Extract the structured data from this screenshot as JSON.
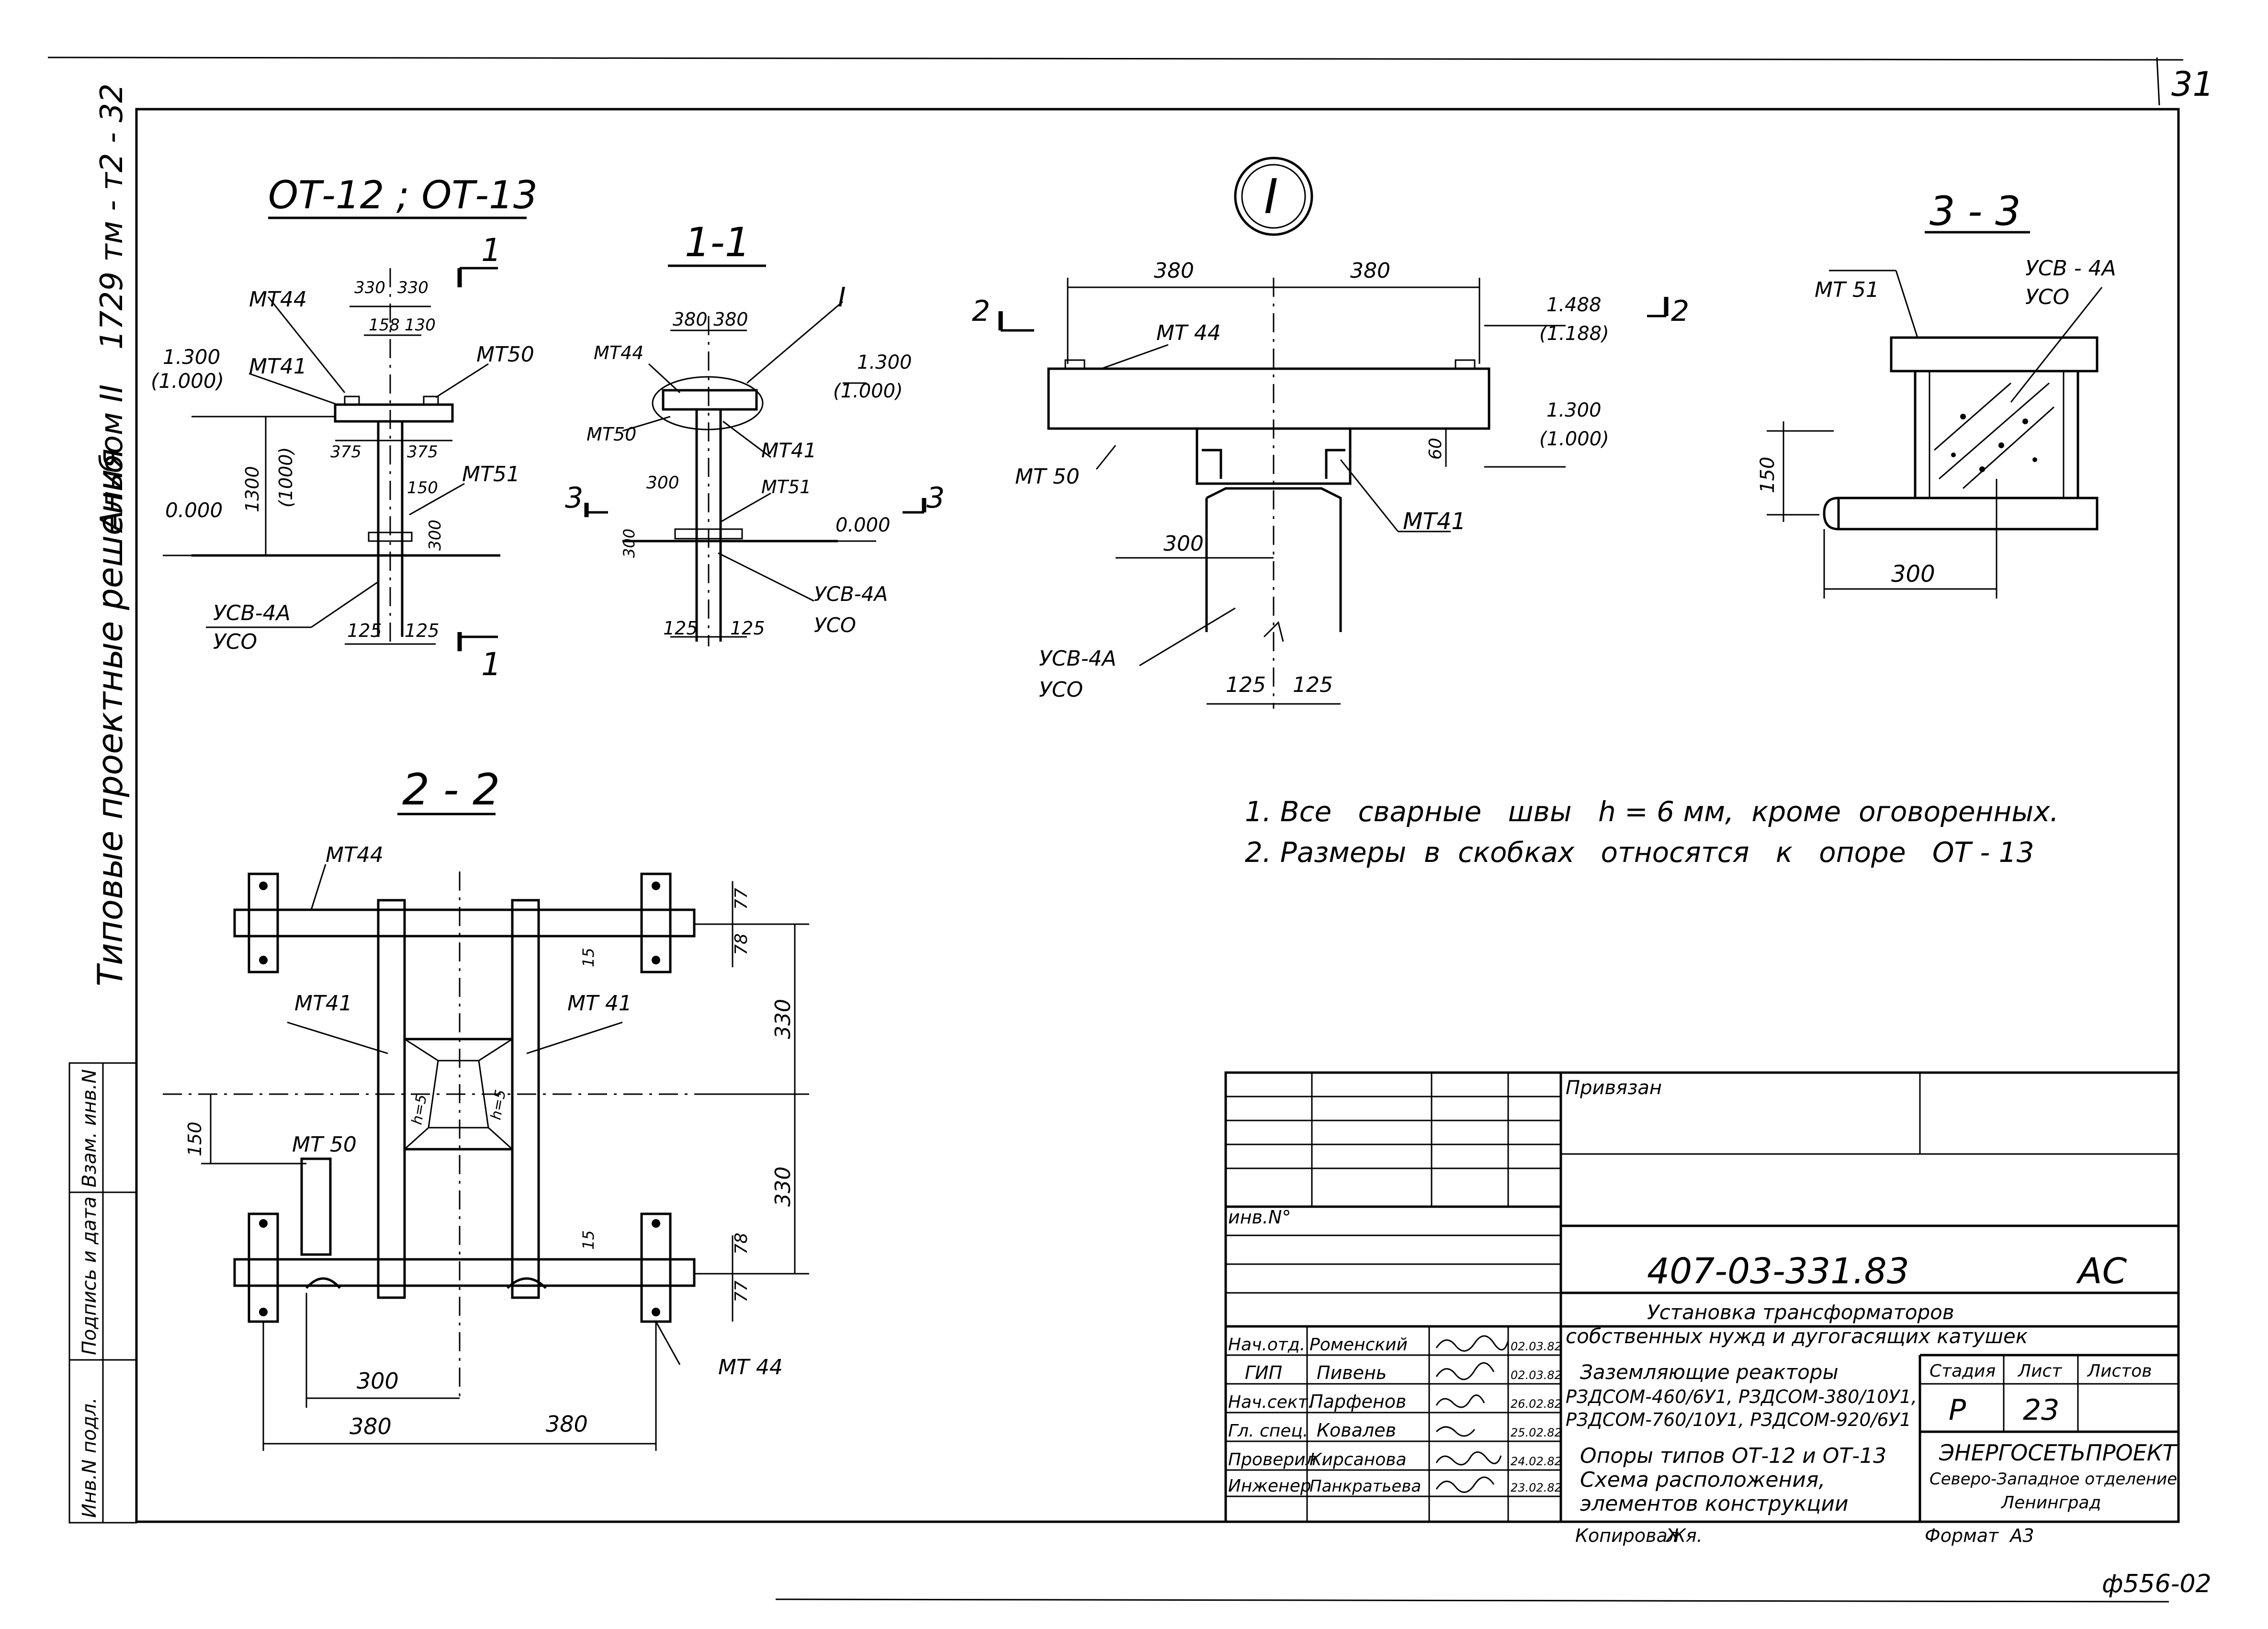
{
  "sheet_number": "31",
  "side_strip": {
    "doc_code": "1729 тм - т2 - 32",
    "album": "Альбом II",
    "series_title": "Типовые проектные решения",
    "cell_vzam": "Взам. инв.N",
    "cell_podpis": "Подпись и дата",
    "cell_inv": "Инв.N подл."
  },
  "views": {
    "view_ot": {
      "title": "ОТ-12 ; ОТ-13",
      "marks": {
        "mt44": "МТ44",
        "mt41": "МТ41",
        "mt50": "МТ50",
        "mt51": "МТ51",
        "usv": "УСВ-4А",
        "uso": "УСО"
      },
      "elev_top": "1.300",
      "elev_top_alt": "(1.000)",
      "elev_zero": "0.000",
      "dims": {
        "d330a": "330",
        "d330b": "330",
        "d158": "158",
        "d130": "130",
        "d375a": "375",
        "d375b": "375",
        "d1300": "1300",
        "d1000": "(1000)",
        "d150": "150",
        "d300": "300",
        "d125a": "125",
        "d125b": "125"
      },
      "cut_mark": "1"
    },
    "view_11": {
      "title": "1-1",
      "node": "I",
      "marks": {
        "mt44": "МТ44",
        "mt41": "МТ41",
        "mt50": "МТ50",
        "mt51": "МТ51",
        "usv": "УСВ-4А",
        "uso": "УСО"
      },
      "elev_top": "1.300",
      "elev_top_alt": "(1.000)",
      "elev_zero": "0.000",
      "dims": {
        "d380a": "380",
        "d380b": "380",
        "d300": "300",
        "d300v": "300",
        "d125a": "125",
        "d125b": "125"
      },
      "cut_mark": "3"
    },
    "view_node": {
      "title": "I",
      "marks": {
        "mt44": "МТ 44",
        "mt41": "МТ41",
        "mt50": "МТ 50",
        "usv": "УСВ-4А",
        "uso": "УСО"
      },
      "elev_a": "1.488",
      "elev_a_alt": "(1.188)",
      "elev_b": "1.300",
      "elev_b_alt": "(1.000)",
      "dims": {
        "d380a": "380",
        "d380b": "380",
        "d60": "60",
        "d300": "300",
        "d125a": "125",
        "d125b": "125"
      },
      "cut_mark": "2"
    },
    "view_33": {
      "title": "3 - 3",
      "marks": {
        "mt51": "МТ 51",
        "usv": "УСВ - 4А",
        "uso": "УСО"
      },
      "dims": {
        "d150": "150",
        "d300": "300"
      }
    },
    "view_22": {
      "title": "2 - 2",
      "marks": {
        "mt44a": "МТ44",
        "mt44b": "МТ 44",
        "mt41a": "МТ41",
        "mt41b": "МТ 41",
        "mt50": "МТ 50"
      },
      "weld_a": "h=5",
      "weld_b": "h=5",
      "dims": {
        "d77a": "77",
        "d78a": "78",
        "d15a": "15",
        "d330a": "330",
        "d330b": "330",
        "d150": "150",
        "d15b": "15",
        "d78b": "78",
        "d77b": "77",
        "d300": "300",
        "d380a": "380",
        "d380b": "380"
      }
    }
  },
  "notes": [
    "1. Все   сварные   швы   h = 6 мм,  кроме  оговоренных.",
    "2. Размеры  в  скобках   относятся   к   опоре   ОТ - 13"
  ],
  "title_block": {
    "privyazan": "Привязан",
    "inv_no": "инв.N°",
    "designation": "407-03-331.83",
    "mark": "АС",
    "title_1": "Установка  трансформаторов",
    "title_2": "собственных  нужд и дугогасящих  катушек",
    "title_3": "Заземляющие  реакторы",
    "title_4": "РЗДСОМ-460/6У1, РЗДСОМ-380/10У1,",
    "title_5": "РЗДСОМ-760/10У1, РЗДСОМ-920/6У1",
    "sheet_title_1": "Опоры  типов  ОТ-12 и ОТ-13",
    "sheet_title_2": "Схема  расположения,",
    "sheet_title_3": "элементов  конструкции",
    "stage_label": "Стадия",
    "sheet_label": "Лист",
    "sheets_label": "Листов",
    "stage": "Р",
    "sheet": "23",
    "org_1": "ЭНЕРГОСЕТЬПРОЕКТ",
    "org_2": "Северо-Западное отделение",
    "org_3": "Ленинград",
    "copied": "Копировал",
    "copied_by": "Жя.",
    "format": "Формат  А3",
    "signatures": [
      {
        "role": "Нач.отд.",
        "name": "Роменский",
        "date": "02.03.82"
      },
      {
        "role": "ГИП",
        "name": "Пивень",
        "date": "02.03.82"
      },
      {
        "role": "Нач.сект.",
        "name": "Парфенов",
        "date": "26.02.82"
      },
      {
        "role": "Гл. спец.",
        "name": "Ковалев",
        "date": "25.02.82"
      },
      {
        "role": "Проверил",
        "name": "Кирсанова",
        "date": "24.02.82"
      },
      {
        "role": "Инженер",
        "name": "Панкратьева",
        "date": "23.02.82"
      }
    ]
  },
  "corner_stamp": "ф556-02"
}
